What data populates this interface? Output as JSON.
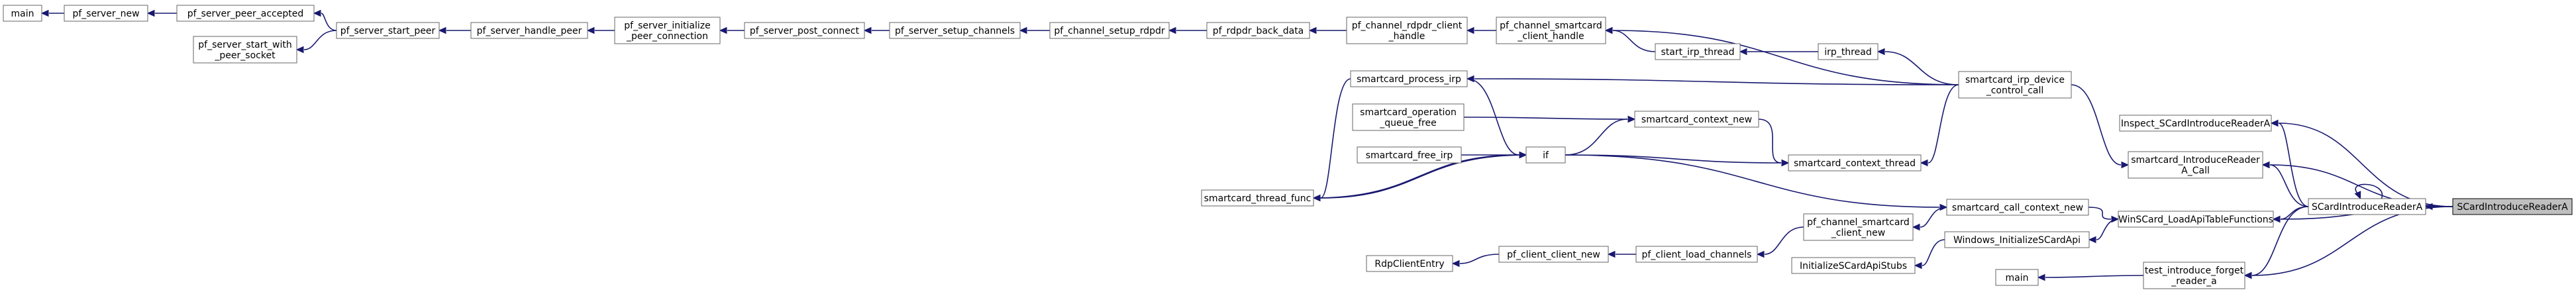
{
  "colors": {
    "edge": "#191970",
    "node_border": "#666666",
    "node_fill": "#ffffff",
    "target_fill": "#bfbfbf"
  },
  "nodes": [
    {
      "id": "main1",
      "lines": [
        "main"
      ]
    },
    {
      "id": "pf_server_new",
      "lines": [
        "pf_server_new"
      ]
    },
    {
      "id": "pf_server_peer_accepted",
      "lines": [
        "pf_server_peer_accepted"
      ]
    },
    {
      "id": "pf_server_start_with_peer_socket",
      "lines": [
        "pf_server_start_with",
        "_peer_socket"
      ]
    },
    {
      "id": "pf_server_start_peer",
      "lines": [
        "pf_server_start_peer"
      ]
    },
    {
      "id": "pf_server_handle_peer",
      "lines": [
        "pf_server_handle_peer"
      ]
    },
    {
      "id": "pf_server_initialize_peer_connection",
      "lines": [
        "pf_server_initialize",
        "_peer_connection"
      ]
    },
    {
      "id": "pf_server_post_connect",
      "lines": [
        "pf_server_post_connect"
      ]
    },
    {
      "id": "pf_server_setup_channels",
      "lines": [
        "pf_server_setup_channels"
      ]
    },
    {
      "id": "pf_channel_setup_rdpdr",
      "lines": [
        "pf_channel_setup_rdpdr"
      ]
    },
    {
      "id": "pf_rdpdr_back_data",
      "lines": [
        "pf_rdpdr_back_data"
      ]
    },
    {
      "id": "pf_channel_rdpdr_client_handle",
      "lines": [
        "pf_channel_rdpdr_client",
        "_handle"
      ]
    },
    {
      "id": "pf_channel_smartcard_client_handle",
      "lines": [
        "pf_channel_smartcard",
        "_client_handle"
      ]
    },
    {
      "id": "start_irp_thread",
      "lines": [
        "start_irp_thread"
      ]
    },
    {
      "id": "irp_thread",
      "lines": [
        "irp_thread"
      ]
    },
    {
      "id": "smartcard_irp_device_control_call",
      "lines": [
        "smartcard_irp_device",
        "_control_call"
      ]
    },
    {
      "id": "smartcard_process_irp",
      "lines": [
        "smartcard_process_irp"
      ]
    },
    {
      "id": "smartcard_operation_queue_free",
      "lines": [
        "smartcard_operation",
        "_queue_free"
      ]
    },
    {
      "id": "smartcard_free_irp",
      "lines": [
        "smartcard_free_irp"
      ]
    },
    {
      "id": "smartcard_thread_func",
      "lines": [
        "smartcard_thread_func"
      ]
    },
    {
      "id": "if",
      "lines": [
        "if"
      ]
    },
    {
      "id": "smartcard_context_new",
      "lines": [
        "smartcard_context_new"
      ]
    },
    {
      "id": "smartcard_context_thread",
      "lines": [
        "smartcard_context_thread"
      ]
    },
    {
      "id": "smartcard_call_context_new",
      "lines": [
        "smartcard_call_context_new"
      ]
    },
    {
      "id": "RdpClientEntry",
      "lines": [
        "RdpClientEntry"
      ]
    },
    {
      "id": "pf_client_client_new",
      "lines": [
        "pf_client_client_new"
      ]
    },
    {
      "id": "pf_client_load_channels",
      "lines": [
        "pf_client_load_channels"
      ]
    },
    {
      "id": "pf_channel_smartcard_client_new",
      "lines": [
        "pf_channel_smartcard",
        "_client_new"
      ]
    },
    {
      "id": "InitializeSCardApiStubs",
      "lines": [
        "InitializeSCardApiStubs"
      ]
    },
    {
      "id": "Windows_InitializeSCardApi",
      "lines": [
        "Windows_InitializeSCardApi"
      ]
    },
    {
      "id": "main2",
      "lines": [
        "main"
      ]
    },
    {
      "id": "test_introduce_forget_reader_a",
      "lines": [
        "test_introduce_forget",
        "_reader_a"
      ]
    },
    {
      "id": "Inspect_SCardIntroduceReaderA",
      "lines": [
        "Inspect_SCardIntroduceReaderA"
      ]
    },
    {
      "id": "smartcard_IntroduceReaderA_Call",
      "lines": [
        "smartcard_IntroduceReader",
        "A_Call"
      ]
    },
    {
      "id": "WinSCard_LoadApiTableFunctions",
      "lines": [
        "WinSCard_LoadApiTableFunctions"
      ]
    },
    {
      "id": "SCardIntroduceReaderA",
      "lines": [
        "SCardIntroduceReaderA"
      ]
    },
    {
      "id": "SCardIntroduceReaderA_target",
      "lines": [
        "SCardIntroduceReaderA"
      ],
      "highlight": true
    }
  ],
  "edges": [
    [
      "main1",
      "pf_server_new"
    ],
    [
      "pf_server_new",
      "pf_server_peer_accepted"
    ],
    [
      "pf_server_peer_accepted",
      "pf_server_start_peer"
    ],
    [
      "pf_server_start_with_peer_socket",
      "pf_server_start_peer"
    ],
    [
      "pf_server_start_peer",
      "pf_server_handle_peer"
    ],
    [
      "pf_server_handle_peer",
      "pf_server_initialize_peer_connection"
    ],
    [
      "pf_server_initialize_peer_connection",
      "pf_server_post_connect"
    ],
    [
      "pf_server_post_connect",
      "pf_server_setup_channels"
    ],
    [
      "pf_server_setup_channels",
      "pf_channel_setup_rdpdr"
    ],
    [
      "pf_channel_setup_rdpdr",
      "pf_rdpdr_back_data"
    ],
    [
      "pf_rdpdr_back_data",
      "pf_channel_rdpdr_client_handle"
    ],
    [
      "pf_channel_rdpdr_client_handle",
      "pf_channel_smartcard_client_handle"
    ],
    [
      "pf_channel_smartcard_client_handle",
      "start_irp_thread"
    ],
    [
      "pf_channel_smartcard_client_handle",
      "smartcard_irp_device_control_call"
    ],
    [
      "start_irp_thread",
      "irp_thread"
    ],
    [
      "irp_thread",
      "smartcard_irp_device_control_call"
    ],
    [
      "smartcard_process_irp",
      "smartcard_irp_device_control_call"
    ],
    [
      "smartcard_context_thread",
      "smartcard_irp_device_control_call"
    ],
    [
      "smartcard_IntroduceReaderA_Call",
      "smartcard_irp_device_control_call"
    ],
    [
      "smartcard_thread_func",
      "smartcard_process_irp"
    ],
    [
      "if",
      "smartcard_process_irp"
    ],
    [
      "smartcard_context_new",
      "smartcard_operation_queue_free"
    ],
    [
      "if",
      "smartcard_free_irp"
    ],
    [
      "if",
      "smartcard_thread_func"
    ],
    [
      "smartcard_thread_func",
      "if"
    ],
    [
      "smartcard_context_new",
      "if"
    ],
    [
      "smartcard_context_thread",
      "if"
    ],
    [
      "smartcard_call_context_new",
      "if"
    ],
    [
      "smartcard_context_thread",
      "smartcard_context_new"
    ],
    [
      "pf_channel_smartcard_client_new",
      "smartcard_call_context_new"
    ],
    [
      "WinSCard_LoadApiTableFunctions",
      "smartcard_call_context_new"
    ],
    [
      "RdpClientEntry",
      "pf_client_client_new"
    ],
    [
      "pf_client_client_new",
      "pf_client_load_channels"
    ],
    [
      "pf_client_load_channels",
      "pf_channel_smartcard_client_new"
    ],
    [
      "InitializeSCardApiStubs",
      "Windows_InitializeSCardApi"
    ],
    [
      "Windows_InitializeSCardApi",
      "WinSCard_LoadApiTableFunctions"
    ],
    [
      "main2",
      "test_introduce_forget_reader_a"
    ],
    [
      "Inspect_SCardIntroduceReaderA",
      "SCardIntroduceReaderA_target"
    ],
    [
      "smartcard_IntroduceReaderA_Call",
      "SCardIntroduceReaderA_target"
    ],
    [
      "WinSCard_LoadApiTableFunctions",
      "SCardIntroduceReaderA_target"
    ],
    [
      "test_introduce_forget_reader_a",
      "SCardIntroduceReaderA_target"
    ],
    [
      "SCardIntroduceReaderA",
      "SCardIntroduceReaderA_target"
    ],
    [
      "Inspect_SCardIntroduceReaderA",
      "SCardIntroduceReaderA"
    ],
    [
      "smartcard_IntroduceReaderA_Call",
      "SCardIntroduceReaderA"
    ],
    [
      "WinSCard_LoadApiTableFunctions",
      "SCardIntroduceReaderA"
    ],
    [
      "test_introduce_forget_reader_a",
      "SCardIntroduceReaderA"
    ],
    [
      "SCardIntroduceReaderA",
      "SCardIntroduceReaderA"
    ]
  ]
}
